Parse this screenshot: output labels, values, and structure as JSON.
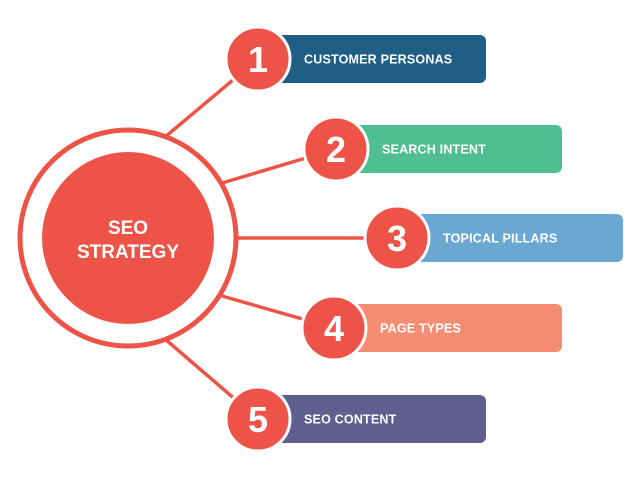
{
  "center": {
    "line1": "SEO",
    "line2": "STRATEGY",
    "color": "#ee5347"
  },
  "items": [
    {
      "number": "1",
      "label": "CUSTOMER PERSONAS",
      "color": "#1f5f86"
    },
    {
      "number": "2",
      "label": "SEARCH INTENT",
      "color": "#4fbf91"
    },
    {
      "number": "3",
      "label": "TOPICAL PILLARS",
      "color": "#6aa8d2"
    },
    {
      "number": "4",
      "label": "PAGE TYPES",
      "color": "#f48d72"
    },
    {
      "number": "5",
      "label": "SEO CONTENT",
      "color": "#5f5e8e"
    }
  ],
  "colors": {
    "accent": "#ee5347",
    "text_light": "#ffffff"
  }
}
